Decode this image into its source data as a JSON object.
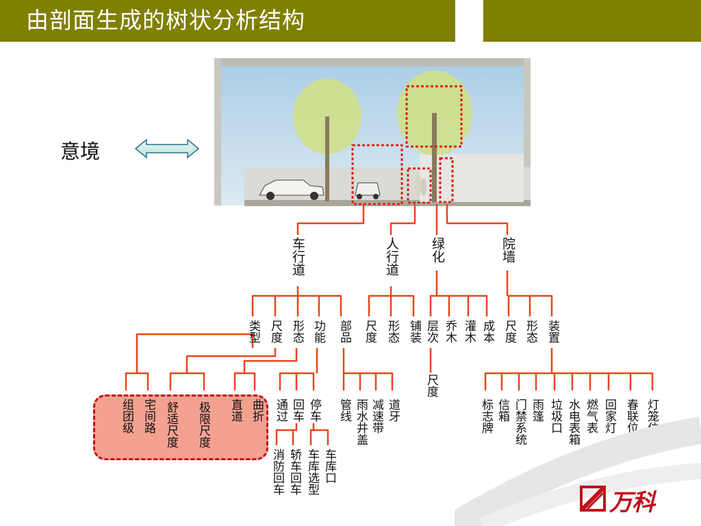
{
  "title": "由剖面生成的树状分析结构",
  "yijing": "意境",
  "branches": {
    "l1": [
      "车行道",
      "人行道",
      "绿化",
      "院墙"
    ],
    "car": [
      "类型",
      "尺度",
      "形态",
      "功能",
      "部品"
    ],
    "ped": [
      "尺度",
      "形态",
      "铺装"
    ],
    "green": [
      "层次",
      "乔木",
      "灌木",
      "成本"
    ],
    "wall": [
      "尺度",
      "形态",
      "装置"
    ],
    "green_sub": "尺度",
    "highlight": [
      "组团级",
      "宅间路",
      "舒适尺度",
      "极限尺度",
      "直道",
      "曲折"
    ],
    "func": [
      "通过",
      "回车",
      "停车"
    ],
    "func_sub": [
      "消防回车",
      "轿车回车",
      "车库选型",
      "车库口"
    ],
    "parts": [
      "管线",
      "雨水井盖",
      "减速带",
      "道牙"
    ],
    "devices": [
      "标志牌",
      "信箱",
      "门禁系统",
      "雨篷",
      "垃圾口",
      "水电表箱",
      "燃气表",
      "回家灯",
      "春联位",
      "灯笼位"
    ]
  },
  "logo": {
    "text": "万科"
  },
  "colors": {
    "title_bg": "#7f7f00",
    "line": "#e8451c",
    "highlight_fill": "#f4a190",
    "highlight_border": "#c0121b",
    "logo": "#c0121b"
  }
}
